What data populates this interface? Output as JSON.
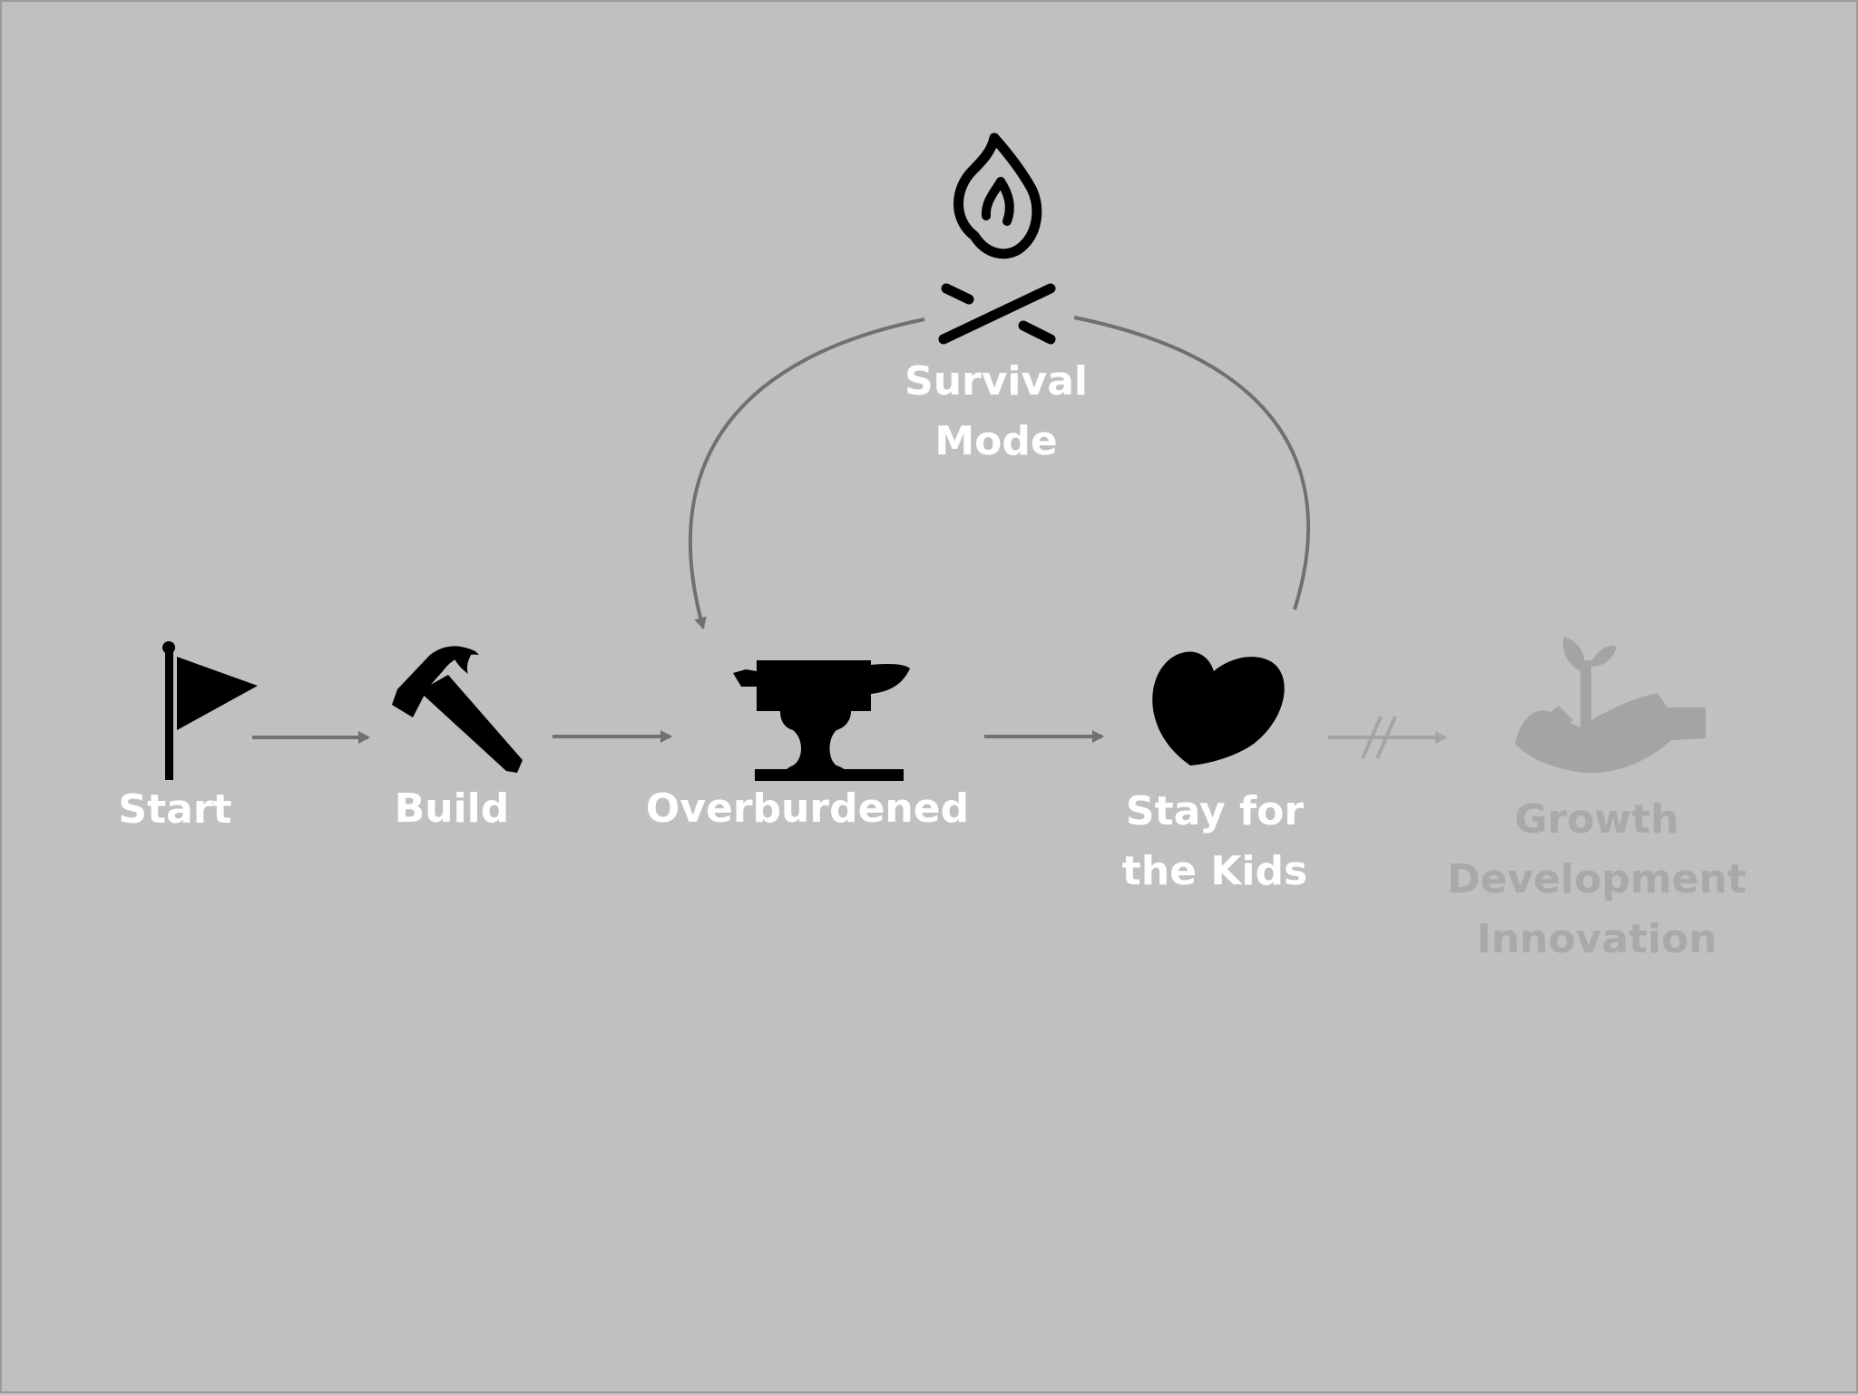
{
  "diagram": {
    "nodes": [
      {
        "id": "start",
        "icon": "flag-icon",
        "lines": [
          "Start"
        ]
      },
      {
        "id": "build",
        "icon": "hammer-icon",
        "lines": [
          "Build"
        ]
      },
      {
        "id": "overburdened",
        "icon": "anvil-icon",
        "lines": [
          "Overburdened"
        ]
      },
      {
        "id": "stay",
        "icon": "heart-icon",
        "lines": [
          "Stay for",
          "the Kids"
        ]
      },
      {
        "id": "growth",
        "icon": "hand-sprout-icon",
        "lines": [
          "Growth",
          "Development",
          "Innovation"
        ],
        "state": "faded"
      },
      {
        "id": "survival",
        "icon": "campfire-icon",
        "lines": [
          "Survival",
          "Mode"
        ]
      }
    ],
    "edges": [
      {
        "from": "start",
        "to": "build"
      },
      {
        "from": "build",
        "to": "overburdened"
      },
      {
        "from": "overburdened",
        "to": "stay"
      },
      {
        "from": "stay",
        "to": "growth",
        "state": "blocked"
      },
      {
        "from": "stay",
        "to": "overburdened",
        "via": "survival",
        "shape": "loop"
      }
    ],
    "colors": {
      "background": "#c0c0c0",
      "icon": "#000000",
      "label": "#ffffff",
      "arrow": "#707070",
      "faded": "#a9a9a9"
    }
  }
}
